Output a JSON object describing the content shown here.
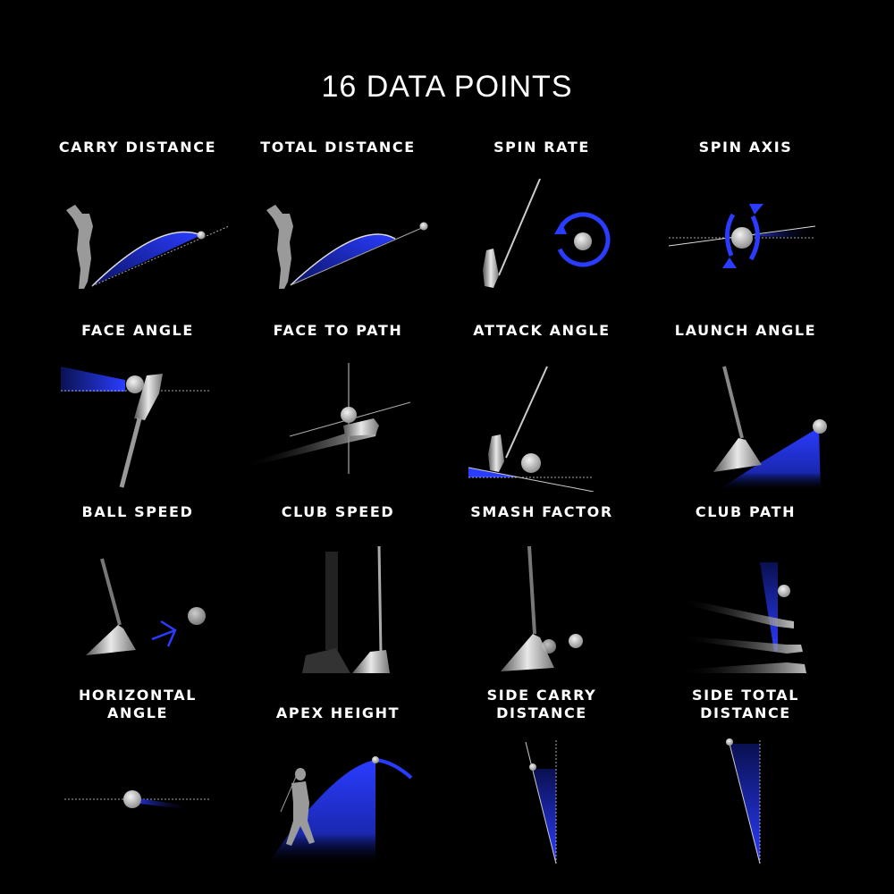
{
  "title": "16 DATA POINTS",
  "colors": {
    "background": "#000000",
    "accent_blue": "#2a3cff",
    "text": "#ffffff",
    "ball": "#cfcfcf"
  },
  "tiles": [
    {
      "label": "CARRY DISTANCE",
      "icon": "golfer-carry-trajectory"
    },
    {
      "label": "TOTAL DISTANCE",
      "icon": "golfer-total-trajectory"
    },
    {
      "label": "SPIN RATE",
      "icon": "club-ball-backspin-arrow"
    },
    {
      "label": "SPIN AXIS",
      "icon": "ball-tilted-axis-rotation"
    },
    {
      "label": "FACE ANGLE",
      "icon": "clubface-angle-topview"
    },
    {
      "label": "FACE TO PATH",
      "icon": "clubface-path-crosshair"
    },
    {
      "label": "ATTACK ANGLE",
      "icon": "club-descending-attack"
    },
    {
      "label": "LAUNCH ANGLE",
      "icon": "ball-launch-wedge"
    },
    {
      "label": "BALL SPEED",
      "icon": "ball-speed-arrow"
    },
    {
      "label": "CLUB SPEED",
      "icon": "club-motion-blur"
    },
    {
      "label": "SMASH FACTOR",
      "icon": "club-ball-impact"
    },
    {
      "label": "CLUB PATH",
      "icon": "club-path-three-swings"
    },
    {
      "label": "HORIZONTAL ANGLE",
      "label_lines": [
        "HORIZONTAL",
        "ANGLE"
      ],
      "icon": "ball-horizontal-deviation"
    },
    {
      "label": "APEX HEIGHT",
      "icon": "golfer-apex-curve"
    },
    {
      "label": "SIDE CARRY DISTANCE",
      "label_lines": [
        "SIDE CARRY",
        "DISTANCE"
      ],
      "icon": "side-carry-wedge"
    },
    {
      "label": "SIDE TOTAL DISTANCE",
      "label_lines": [
        "SIDE TOTAL",
        "DISTANCE"
      ],
      "icon": "side-total-wedge"
    }
  ]
}
